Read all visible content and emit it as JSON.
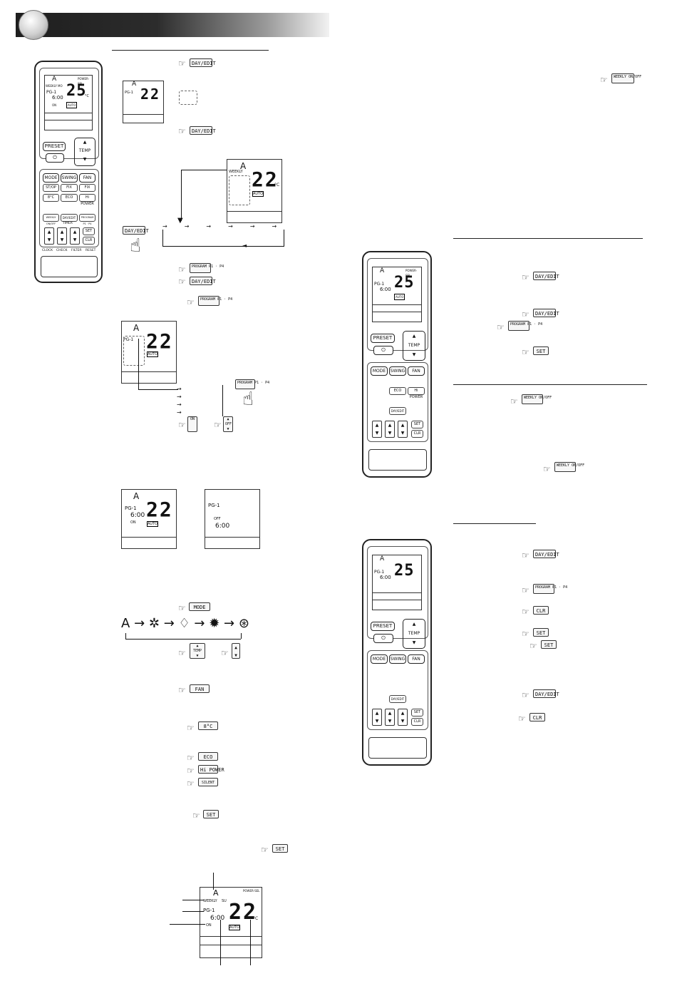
{
  "remote": {
    "lcd_mode": "A",
    "lcd_weekly": "WEEKLY",
    "lcd_weekday": "MO",
    "lcd_powersel": "POWER-SEL",
    "lcd_program": "PG-1",
    "lcd_time": "6:00",
    "lcd_on": "ON",
    "lcd_temp": "25",
    "lcd_unit": "°C",
    "lcd_auto": "AUTO",
    "preset": "PRESET",
    "temp": "TEMP",
    "mode": "MODE",
    "swing": "SWING",
    "fan": "FAN",
    "fix_left": "FIX",
    "fix_right": "FIX",
    "eight": "8°C",
    "eco": "ECO",
    "hipower": "Hi POWER",
    "weekly_onoff": "WEEKLY ON/OFF",
    "day_edit": "DAY/EDIT",
    "program": "PROGRAM P1 · P4",
    "timer": "TIMER",
    "set": "SET",
    "clr": "CLR",
    "clock": "CLOCK",
    "check": "CHECK",
    "filter": "FILTER",
    "reset": "RESET"
  },
  "buttons": {
    "day_edit": "DAY/EDIT",
    "weekly_onoff": "WEEKLY ON/OFF",
    "program": "PROGRAM P1 · P4",
    "mode": "MODE",
    "fan": "FAN",
    "temp": "TEMP",
    "eight": "8°C",
    "eco": "ECO",
    "hipower": "Hi POWER",
    "silent": "SILENT",
    "set": "SET",
    "clr": "CLR",
    "on": "ON",
    "off": "OFF"
  },
  "lcd": {
    "mode": "A",
    "weekly": "WEEKLY",
    "weekday": "SU",
    "program": "PG-1",
    "time": "6:00",
    "off_time": "6:00",
    "on": "ON",
    "off": "OFF",
    "temp_small": "22",
    "temp_large": "22",
    "unit": "°C",
    "auto": "AUTO",
    "powersel": "POWER-SEL"
  },
  "mode_sequence": [
    "A",
    "✲",
    "♢",
    "✹",
    "⊛"
  ],
  "colors": {
    "text": "#111111",
    "line": "#222222",
    "header_dark": "#1e1e1e"
  },
  "icons": [
    "hand-pointer-icon",
    "finger-press-icon",
    "arrow-icon",
    "up-arrow-icon",
    "down-arrow-icon",
    "sun-icon",
    "drop-icon",
    "snowflake-icon",
    "fan-icon"
  ]
}
